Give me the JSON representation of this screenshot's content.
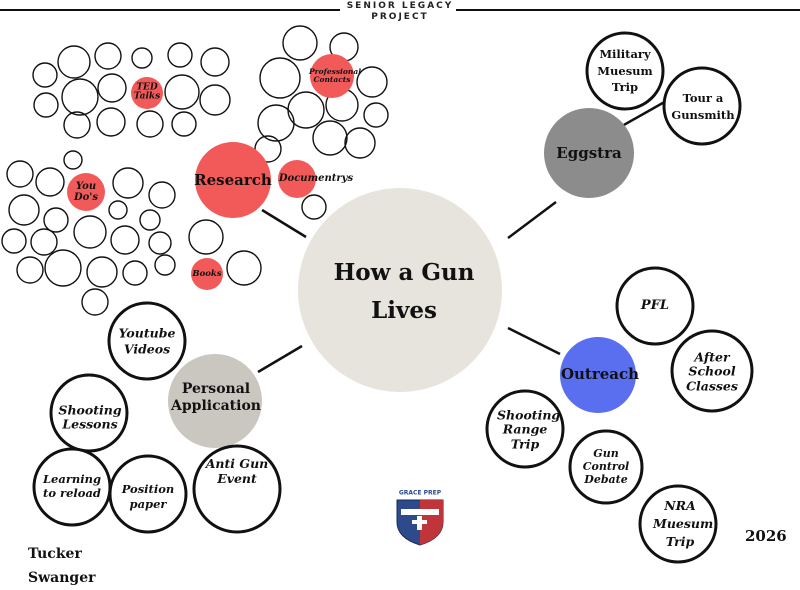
{
  "header": {
    "line1": "SENIOR LEGACY",
    "line2": "PROJECT"
  },
  "center": {
    "line1": "How a Gun",
    "line2": "Lives"
  },
  "hubs": {
    "research": "Research",
    "eggstra": "Eggstra",
    "outreach": "Outreach",
    "personal_line1": "Personal",
    "personal_line2": "Application"
  },
  "research_items": {
    "ted": "TED Talks",
    "professional": "Professional Contacts",
    "documentrys": "Documentrys",
    "you_dos": "You Do's",
    "books": "Books"
  },
  "eggstra_items": {
    "military": "Military Muesum Trip",
    "gunsmith": "Tour a Gunsmith"
  },
  "outreach_items": {
    "pfl": "PFL",
    "after_school": "After School Classes",
    "shooting_range": "Shooting Range Trip",
    "gun_control": "Gun Control Debate",
    "nra": "NRA Muesum Trip"
  },
  "personal_items": {
    "youtube": "Youtube Videos",
    "shooting_lessons": "Shooting Lessons",
    "reload": "Learning to reload",
    "position": "Position paper",
    "anti_gun": "Anti Gun Event"
  },
  "logo": {
    "text": "GRACE PREP"
  },
  "author": {
    "line1": "Tucker",
    "line2": "Swanger"
  },
  "year": "2026",
  "colors": {
    "red": "#f25a5a",
    "gray_hub": "#8c8c8c",
    "blue": "#5a6ff0",
    "center": "#e6e4dd",
    "personal": "#c9c7c0"
  }
}
